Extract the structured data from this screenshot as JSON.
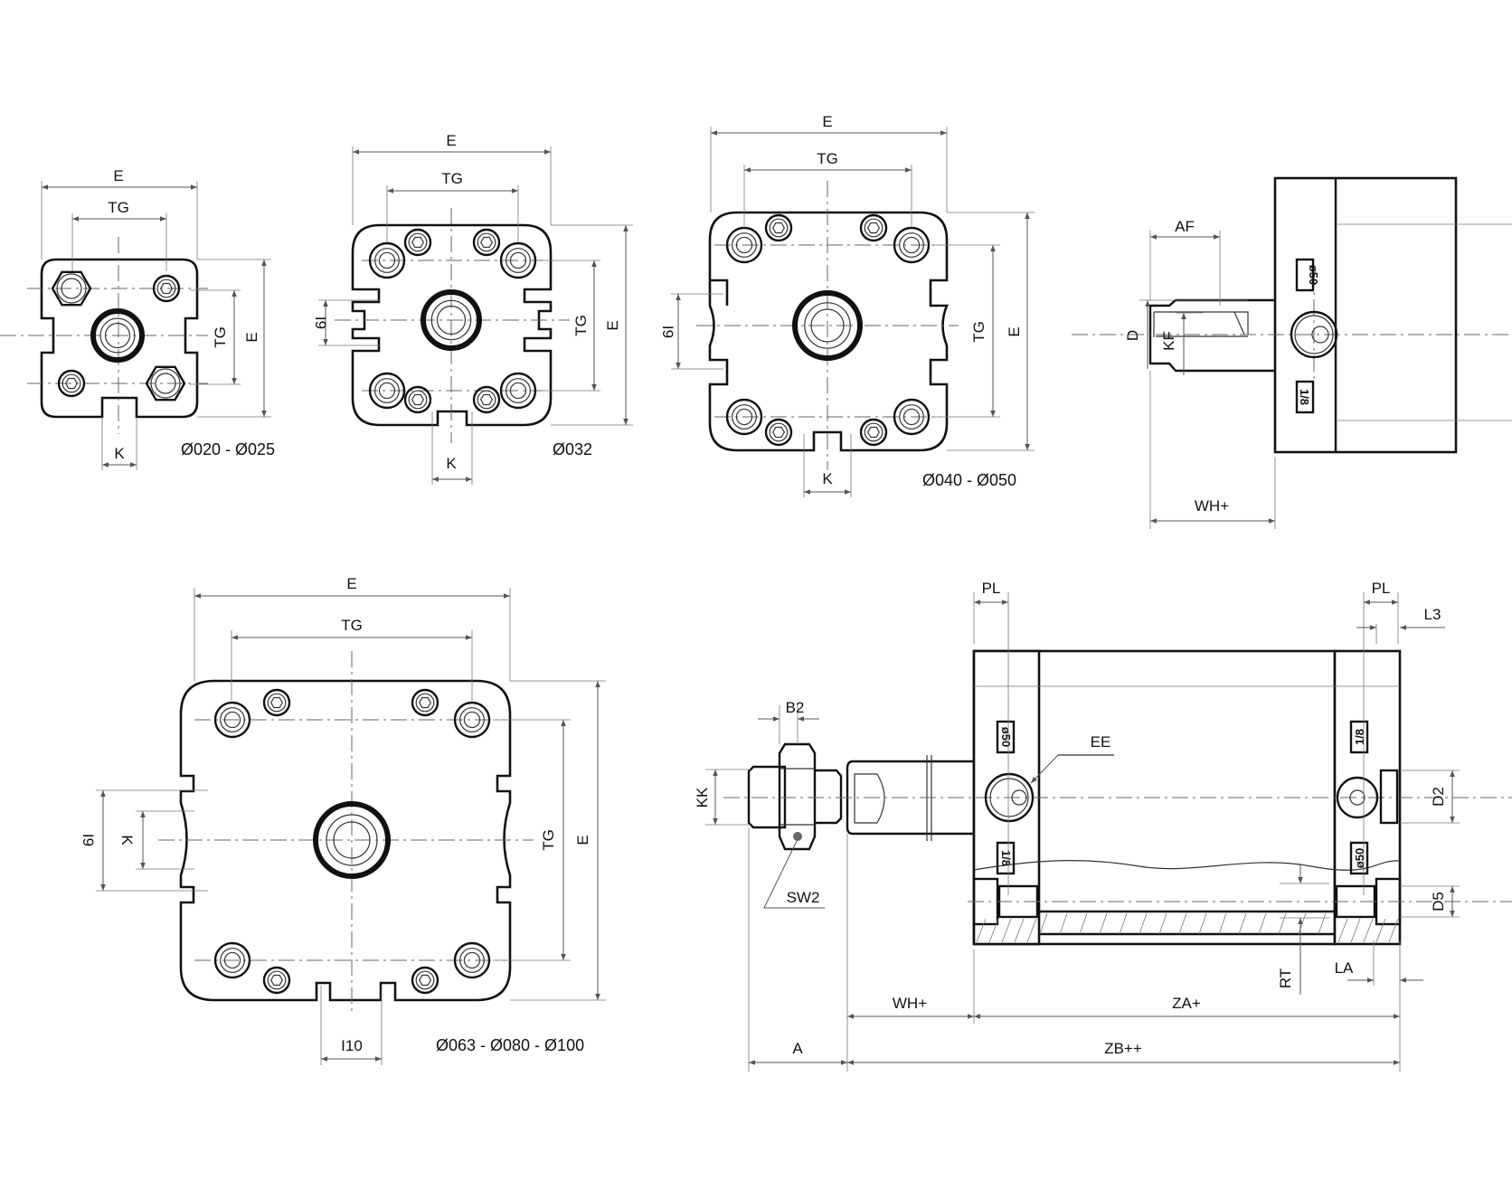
{
  "views": {
    "bore_020_025": {
      "caption": "Ø020 - Ø025",
      "dims": {
        "E_h": "E",
        "TG_h": "TG",
        "TG_v": "TG",
        "E_v": "E",
        "K": "K"
      }
    },
    "bore_032": {
      "caption": "Ø032",
      "dims": {
        "E_h": "E",
        "TG_h": "TG",
        "TG_v": "TG",
        "E_v": "E",
        "I9": "I9",
        "K": "K"
      }
    },
    "bore_040_050": {
      "caption": "Ø040 - Ø050",
      "dims": {
        "E_h": "E",
        "TG_h": "TG",
        "TG_v": "TG",
        "E_v": "E",
        "I9": "I9",
        "K": "K"
      }
    },
    "rod_detail": {
      "dims": {
        "AF": "AF",
        "D": "D",
        "KF": "KF",
        "WH": "WH+"
      },
      "port_tags": [
        "ø50",
        "1/8"
      ]
    },
    "bore_063_100": {
      "caption": "Ø063 - Ø080 - Ø100",
      "dims": {
        "E_h": "E",
        "TG_h": "TG",
        "TG_v": "TG",
        "E_v": "E",
        "I9": "I9",
        "K": "K",
        "I10": "I10"
      }
    },
    "side_view": {
      "dims": {
        "PL_left": "PL",
        "PL_right": "PL",
        "L3": "L3",
        "B2": "B2",
        "EE": "EE",
        "KK": "KK",
        "D2": "D2",
        "D5": "D5",
        "SW2": "SW2",
        "RT": "RT",
        "LA": "LA",
        "WH": "WH+",
        "ZA": "ZA+",
        "A": "A",
        "ZB": "ZB++"
      },
      "port_tags": {
        "left_top": "ø50",
        "left_bottom": "1/8",
        "right_top": "1/8",
        "right_bottom": "ø50"
      }
    }
  },
  "colors": {
    "line": "#111111",
    "dimension": "#555555"
  }
}
